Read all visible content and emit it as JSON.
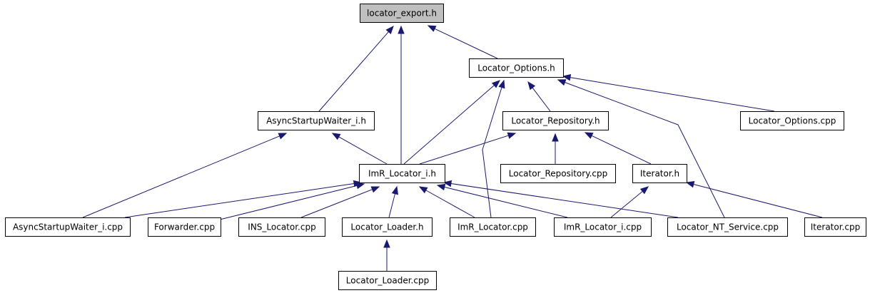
{
  "diagram": {
    "nodes": [
      {
        "id": "locator_export_h",
        "label": "locator_export.h",
        "highlight": true
      },
      {
        "id": "locator_options_h",
        "label": "Locator_Options.h"
      },
      {
        "id": "async_startup_waiter_i_h",
        "label": "AsyncStartupWaiter_i.h"
      },
      {
        "id": "locator_repository_h",
        "label": "Locator_Repository.h"
      },
      {
        "id": "locator_options_cpp",
        "label": "Locator_Options.cpp"
      },
      {
        "id": "imr_locator_i_h",
        "label": "ImR_Locator_i.h"
      },
      {
        "id": "locator_repository_cpp",
        "label": "Locator_Repository.cpp"
      },
      {
        "id": "iterator_h",
        "label": "Iterator.h"
      },
      {
        "id": "async_startup_waiter_i_cpp",
        "label": "AsyncStartupWaiter_i.cpp"
      },
      {
        "id": "forwarder_cpp",
        "label": "Forwarder.cpp"
      },
      {
        "id": "ins_locator_cpp",
        "label": "INS_Locator.cpp"
      },
      {
        "id": "locator_loader_h",
        "label": "Locator_Loader.h"
      },
      {
        "id": "imr_locator_cpp",
        "label": "ImR_Locator.cpp"
      },
      {
        "id": "imr_locator_i_cpp",
        "label": "ImR_Locator_i.cpp"
      },
      {
        "id": "locator_nt_service_cpp",
        "label": "Locator_NT_Service.cpp"
      },
      {
        "id": "iterator_cpp",
        "label": "Iterator.cpp"
      },
      {
        "id": "locator_loader_cpp",
        "label": "Locator_Loader.cpp"
      }
    ],
    "edges": [
      {
        "from": "locator_options_h",
        "to": "locator_export_h"
      },
      {
        "from": "async_startup_waiter_i_h",
        "to": "locator_export_h"
      },
      {
        "from": "imr_locator_i_h",
        "to": "locator_export_h"
      },
      {
        "from": "locator_repository_h",
        "to": "locator_options_h"
      },
      {
        "from": "locator_options_cpp",
        "to": "locator_options_h"
      },
      {
        "from": "imr_locator_i_h",
        "to": "locator_options_h"
      },
      {
        "from": "imr_locator_cpp",
        "to": "locator_options_h"
      },
      {
        "from": "locator_nt_service_cpp",
        "to": "locator_options_h"
      },
      {
        "from": "imr_locator_i_h",
        "to": "async_startup_waiter_i_h"
      },
      {
        "from": "async_startup_waiter_i_cpp",
        "to": "async_startup_waiter_i_h"
      },
      {
        "from": "imr_locator_i_h",
        "to": "locator_repository_h"
      },
      {
        "from": "locator_repository_cpp",
        "to": "locator_repository_h"
      },
      {
        "from": "iterator_h",
        "to": "locator_repository_h"
      },
      {
        "from": "async_startup_waiter_i_cpp",
        "to": "imr_locator_i_h"
      },
      {
        "from": "forwarder_cpp",
        "to": "imr_locator_i_h"
      },
      {
        "from": "ins_locator_cpp",
        "to": "imr_locator_i_h"
      },
      {
        "from": "locator_loader_h",
        "to": "imr_locator_i_h"
      },
      {
        "from": "imr_locator_cpp",
        "to": "imr_locator_i_h"
      },
      {
        "from": "imr_locator_i_cpp",
        "to": "imr_locator_i_h"
      },
      {
        "from": "locator_nt_service_cpp",
        "to": "imr_locator_i_h"
      },
      {
        "from": "imr_locator_i_cpp",
        "to": "iterator_h"
      },
      {
        "from": "iterator_cpp",
        "to": "iterator_h"
      },
      {
        "from": "locator_loader_cpp",
        "to": "locator_loader_h"
      }
    ],
    "colors": {
      "edge": "#191970",
      "highlight_fill": "#bfbfbf",
      "node_fill": "#ffffff",
      "node_border": "#000000"
    }
  }
}
